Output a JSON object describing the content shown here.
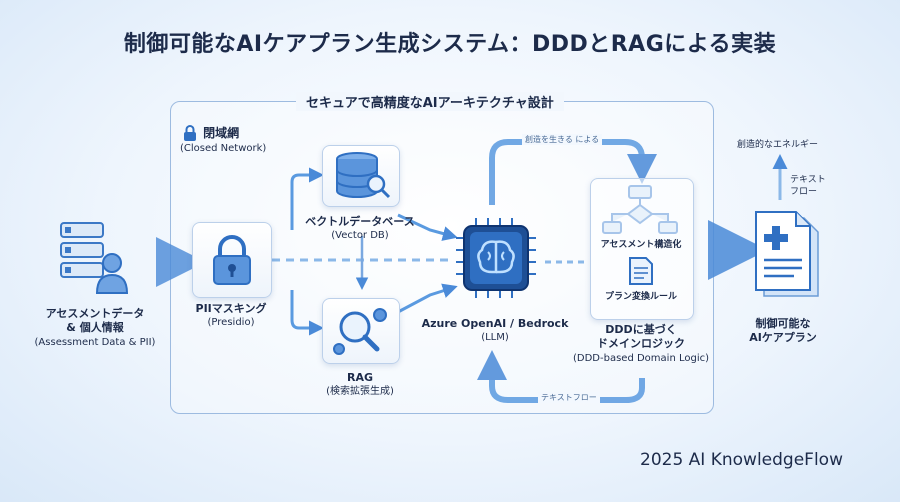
{
  "title": "制御可能なAIケアプラン生成システム：DDDとRAGによる実装",
  "architecture_title": "セキュアで高精度なAIアーキテクチャ設計",
  "closed_network": {
    "label": "閉域網",
    "sub": "(Closed Network)"
  },
  "input": {
    "line1": "アセスメントデータ",
    "line2": "& 個人情報",
    "sub": "(Assessment Data & PII)"
  },
  "pii": {
    "label": "PIIマスキング",
    "sub": "(Presidio)"
  },
  "vector_db": {
    "label": "ベクトルデータベース",
    "sub": "(Vector DB)"
  },
  "rag": {
    "label": "RAG",
    "sub": "(検索拡張生成)"
  },
  "llm": {
    "label": "Azure OpenAI / Bedrock",
    "sub": "(LLM)"
  },
  "ddd": {
    "structuring": "アセスメント構造化",
    "rules": "プラン変換ルール",
    "label1": "DDDに基づく",
    "label2": "ドメインロジック",
    "sub": "(DDD-based Domain Logic)"
  },
  "output": {
    "line1": "制御可能な",
    "line2": "AIケアプラン"
  },
  "flow_top": "創造を生きる による",
  "flow_bottom": "テキストフロー",
  "side_energy": "創造的なエネルギー",
  "side_text_flow": {
    "line1": "テキスト",
    "line2": "フロー"
  },
  "footer": "2025 AI KnowledgeFlow"
}
